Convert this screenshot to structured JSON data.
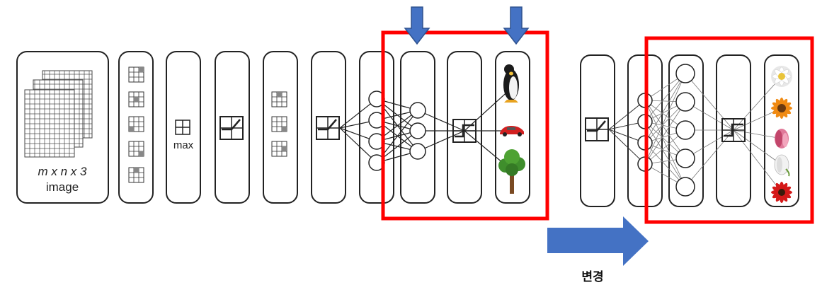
{
  "input": {
    "dims": "m x n x 3",
    "label": "image"
  },
  "pool": {
    "label": "max"
  },
  "caption": "변경",
  "output_classes_original": [
    "penguin",
    "car",
    "tree"
  ],
  "output_classes_new": [
    "white-flower",
    "orange-flower",
    "pink-tulip",
    "white-tulip",
    "red-flower"
  ],
  "colors": {
    "highlight": "#ff0000",
    "arrow": "#4472c4",
    "stroke": "#222222"
  }
}
